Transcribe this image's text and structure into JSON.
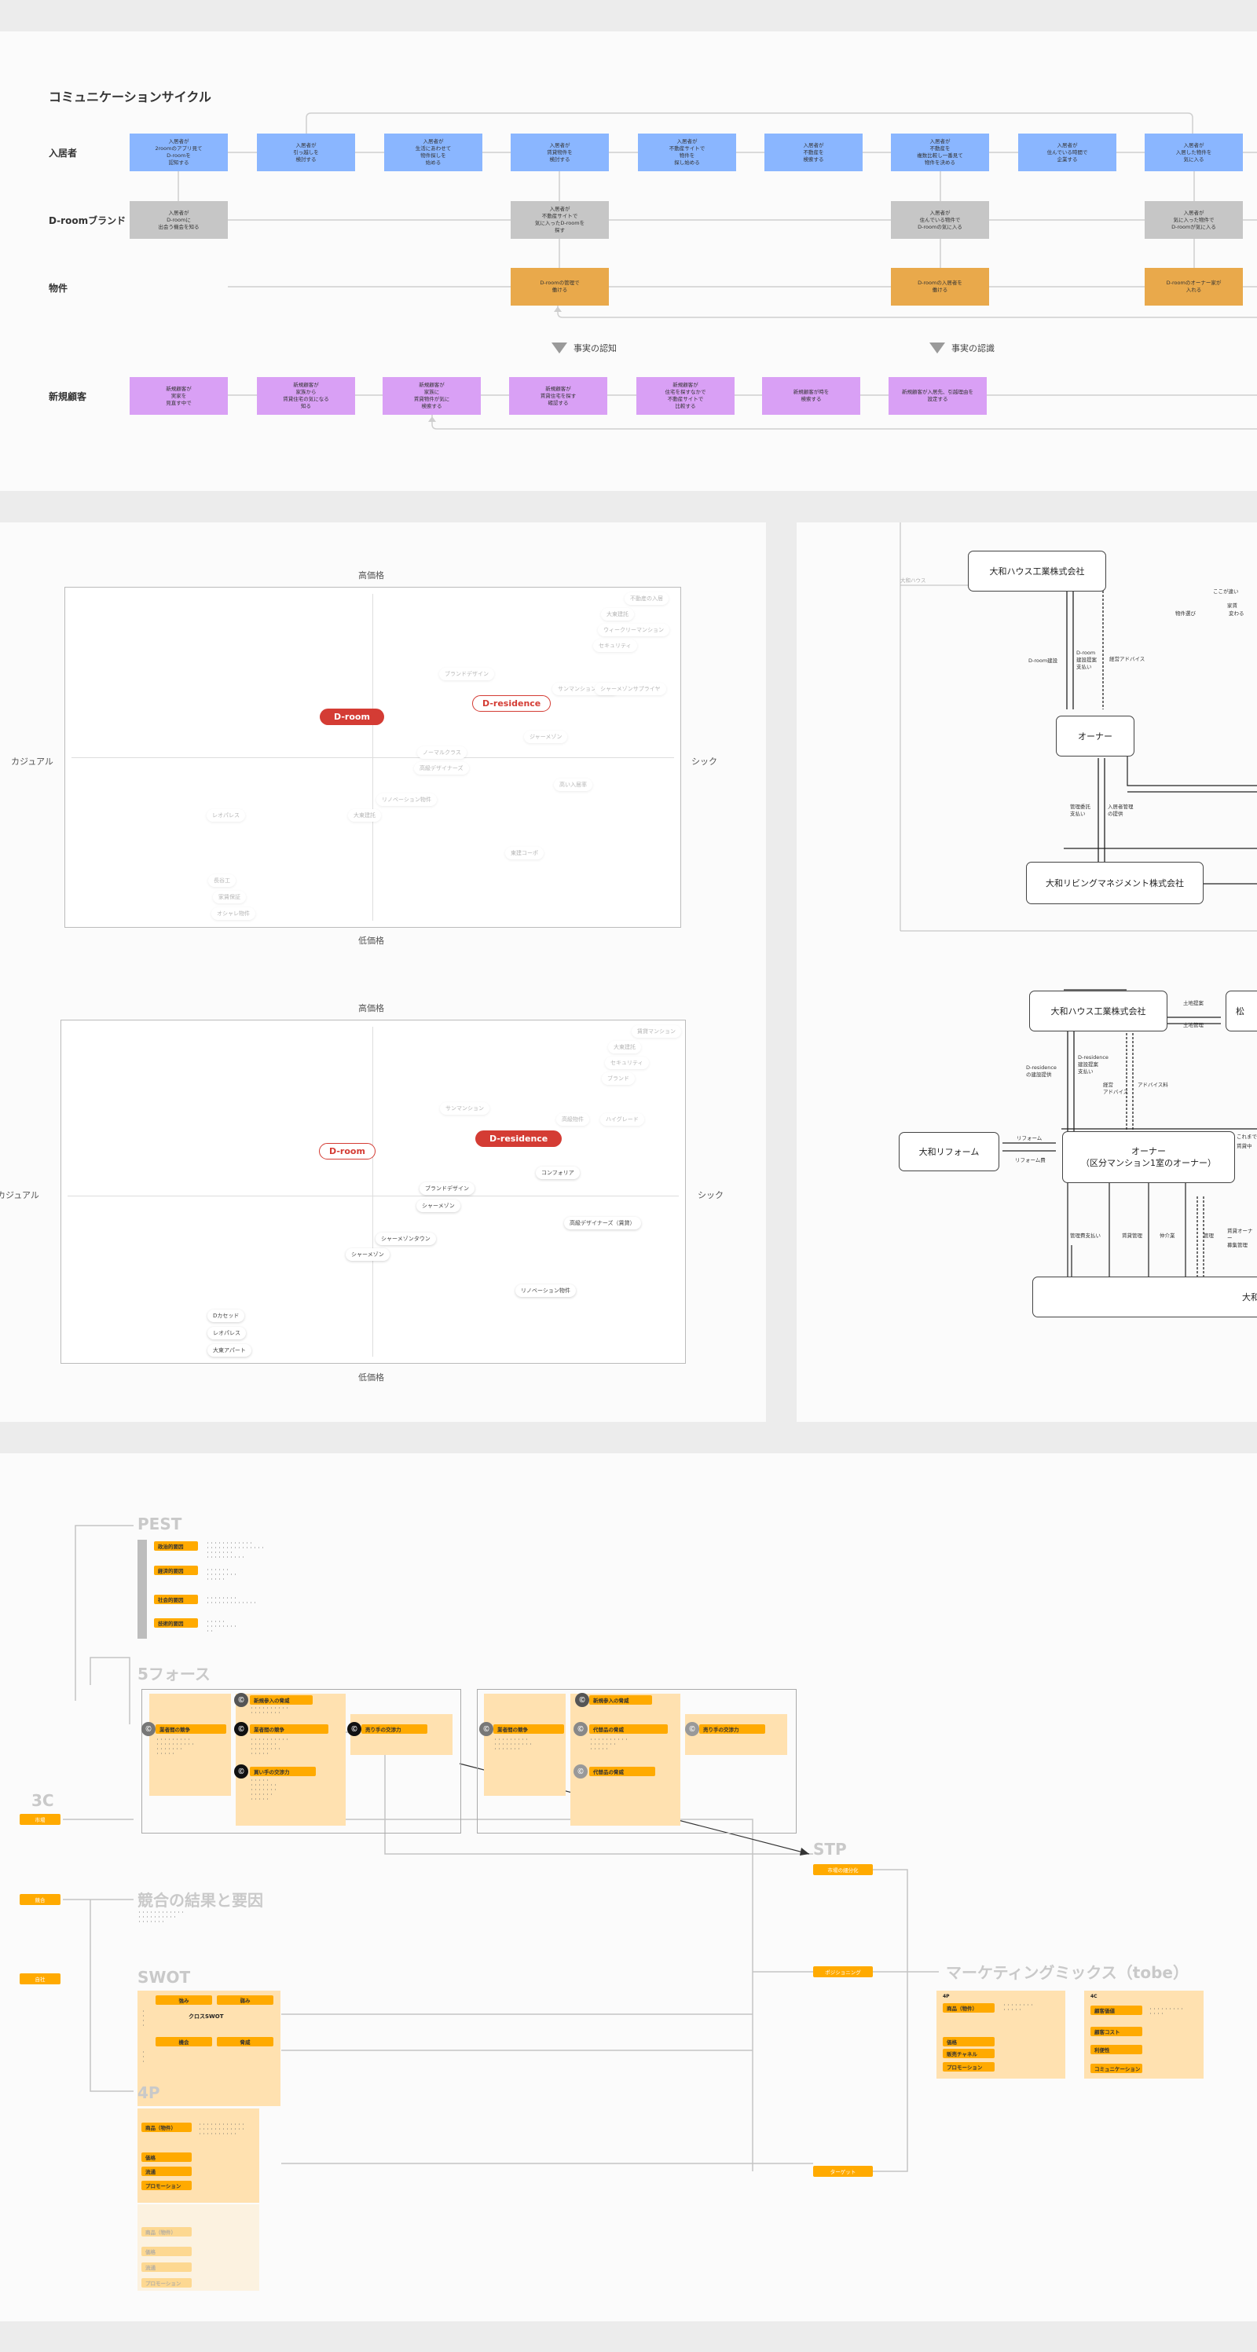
{
  "cycle": {
    "title": "コミュニケーションサイクル",
    "rows": [
      "入居者",
      "D-roomブランド",
      "物件",
      "新規顧客"
    ],
    "resident": [
      "入居者が\n2roomのアプリ見て\nD-roomを\n認知する",
      "入居者が\n引っ越しを\n検討する",
      "入居者が\n生活にあわせて\n物件探しを\n始める",
      "入居者が\n賃貸物件を\n検討する",
      "入居者が\n不動産サイトで\n物件を\n探し始める",
      "入居者が\n不動産を\n検索する",
      "入居者が\n不動産を\n複数比較し一番見て\n物件を決める",
      "入居者が\n住んでいる時間で\n企業する",
      "入居者が\n入居した物件を\n気に入る"
    ],
    "brand": [
      "入居者が\nD-roomに\n出会う機会を知る",
      "入居者が\n不動産サイトで\n気に入ったD-roomを\n探す",
      "入居者が\n住んでいる物件で\nD-roomの気に入る",
      "入居者が\n気に入った物件で\nD-roomが気に入る"
    ],
    "property": [
      "D-roomの管理で\n働ける",
      "D-roomの入居者を\n働ける",
      "D-roomのオーナー家が\n入れる"
    ],
    "notes": [
      "事実の認知",
      "事実の認識"
    ],
    "newcust": [
      "新規顧客が\n実家を\n見直す中で",
      "新規顧客が\n家族から\n賃貸住宅の気になる\n知る",
      "新規顧客が\n家族に\n賃貸物件が気に\n検索する",
      "新規顧客が\n賃貸住宅を探す\n確認する",
      "新規顧客が\n住宅を探すなかで\n不動産サイトで\n比較する",
      "新規顧客が時を\n検索する",
      "新規顧客が入居先、引越理由を\n設定する"
    ]
  },
  "map1": {
    "top": "高価格",
    "bottom": "低価格",
    "left": "カジュアル",
    "right": "シック",
    "red": "D-room",
    "outline": "D-residence",
    "chips": [
      "不動産の入居",
      "大東建託",
      "ウィークリーマンション",
      "セキュリティ",
      "ブランドデザイン",
      "サンマンションドライ",
      "シャーメゾンサプライヤ",
      "ジャーメゾン",
      "ノーマルクラス",
      "高級デザイナーズ",
      "高い入居率",
      "リノベーション物件",
      "大東建託",
      "東建コーポ",
      "レオパレス",
      "長谷工",
      "家賃保証",
      "オシャレ物件"
    ]
  },
  "map2": {
    "top": "高価格",
    "bottom": "低価格",
    "left": "カジュアル",
    "right": "シック",
    "red": "D-residence",
    "outline": "D-room",
    "chips": [
      "コンフォリア",
      "ブランドデザイン",
      "シャーメゾン",
      "高級デザイナーズ（賃貸）",
      "シャーメゾンタウン",
      "シャーメゾン",
      "リノベーション物件",
      "Dカセッド",
      "レオパレス",
      "大東アパート"
    ]
  },
  "org": {
    "boxes": [
      "大和ハウス工業株式会社",
      "オーナー",
      "大和リビングマネジメント株式会社",
      "大和ハウス工業株式会社",
      "オーナー\n（区分マンション1室のオーナー）",
      "大和リフォーム",
      "大和"
    ],
    "labels": [
      "D-room\n建設提案\n支払い",
      "D-room建設",
      "経営アドバイス",
      "管理委託\n支払い",
      "入居者管理\nの提供",
      "土地提案",
      "土地管理",
      "D-residence\n建設提案\n支払い",
      "D-residence\nの建設提供",
      "経営\nアドバイス",
      "アドバイス料",
      "リフォーム",
      "リフォーム費",
      "管理費支払い",
      "賃貸管理",
      "仲介業",
      "管理",
      "賃貸オーナー\n募集管理",
      "ここが違い",
      "物件選び",
      "変わる",
      "家賃",
      "これまで",
      "賃貸中"
    ]
  },
  "fw": {
    "titles": [
      "PEST",
      "5フォース",
      "3C",
      "競合の結果と要因",
      "SWOT",
      "4P",
      "STP",
      "マーケティングミックス（tobe）"
    ],
    "pest": [
      "政治的要因",
      "経済的要因",
      "社会的要因",
      "技術的要因"
    ],
    "forces": [
      "新規参入の脅威",
      "業者間の競争",
      "売り手の交渉力",
      "買い手の交渉力",
      "代替品の脅威"
    ],
    "tags3c": [
      "市場",
      "競合",
      "自社"
    ],
    "swot": [
      "強み",
      "弱み",
      "機会",
      "脅威",
      "クロスSWOT"
    ],
    "fourp": [
      "商品（物件）",
      "価格",
      "流通",
      "プロモーション"
    ],
    "stp": [
      "市場の細分化",
      "ポジショニング",
      "ターゲット"
    ],
    "mix": [
      "商品（物件）",
      "価格",
      "販売チャネル",
      "プロモーション",
      "顧客価値",
      "顧客コスト",
      "利便性",
      "コミュニケーション"
    ]
  }
}
